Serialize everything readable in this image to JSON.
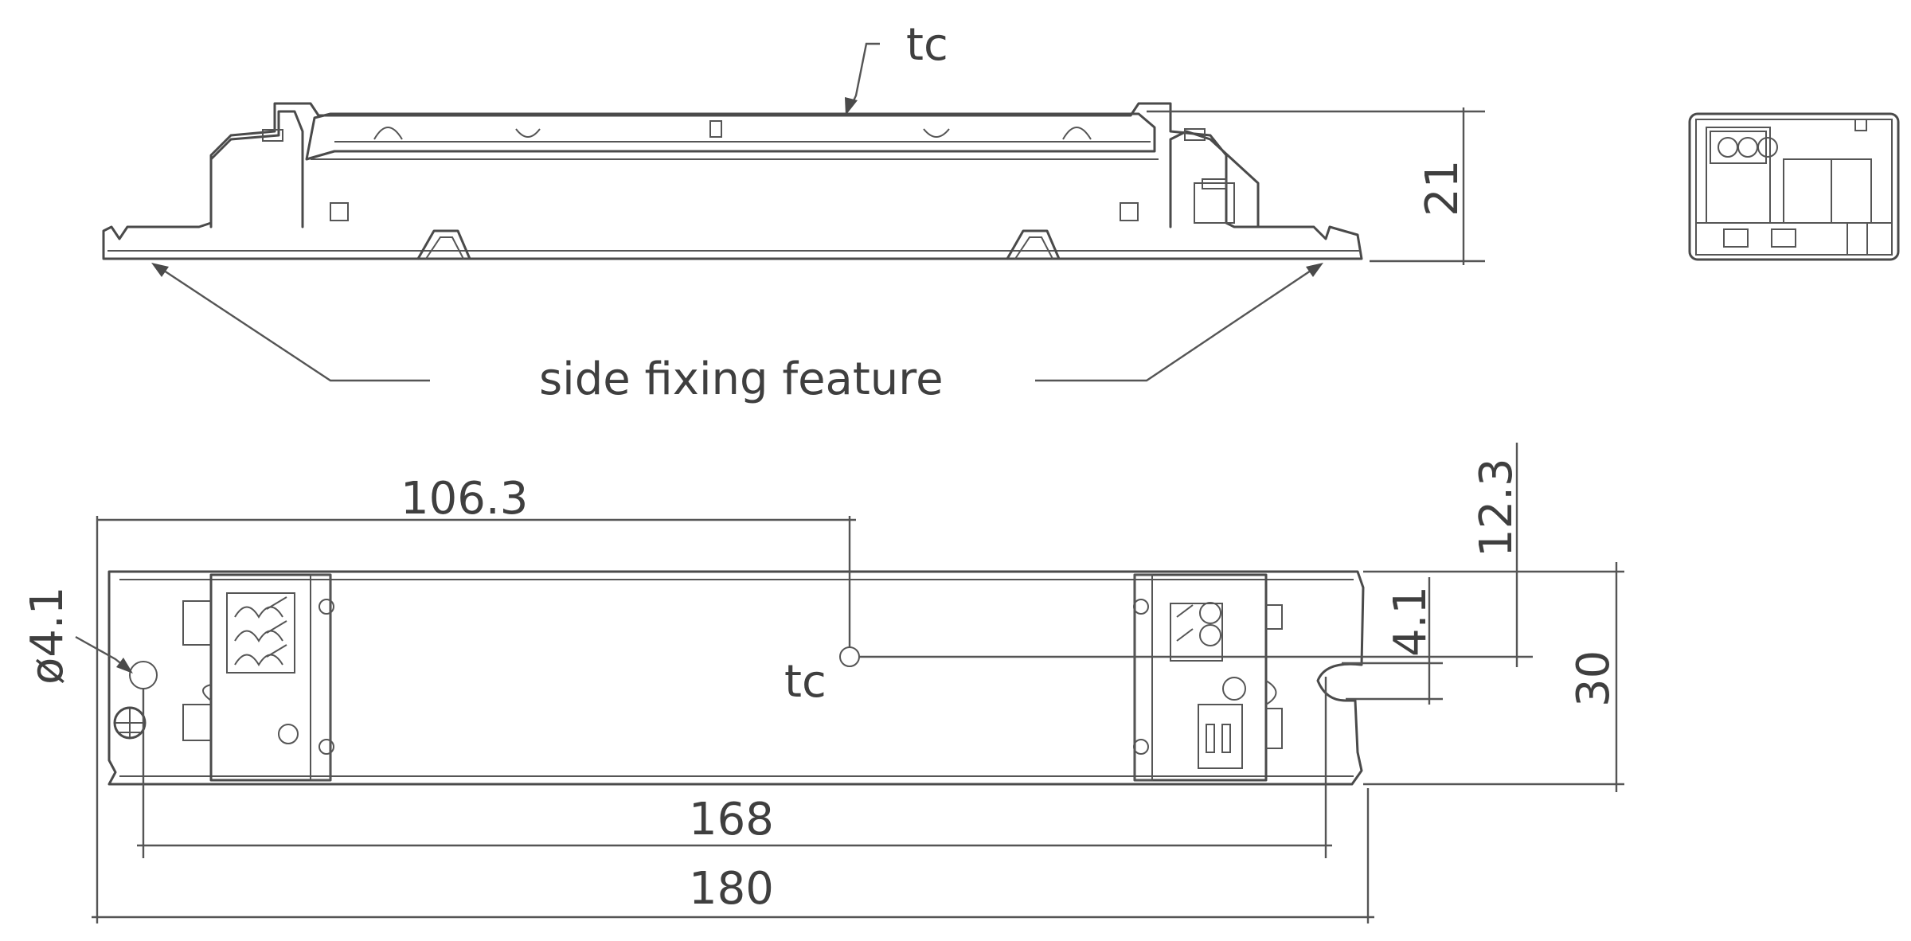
{
  "labels": {
    "tc_top": "tc",
    "tc_bottom": "tc",
    "side_fixing": "side fixing feature"
  },
  "dimensions": {
    "height": "21",
    "tc_offset": "106.3",
    "hole_diameter": "ø4.1",
    "offset_12_3": "12.3",
    "offset_4_1": "4.1",
    "width": "30",
    "hole_spacing": "168",
    "length": "180"
  },
  "colors": {
    "line": "#4a4a4a",
    "text": "#3f3f3f"
  }
}
